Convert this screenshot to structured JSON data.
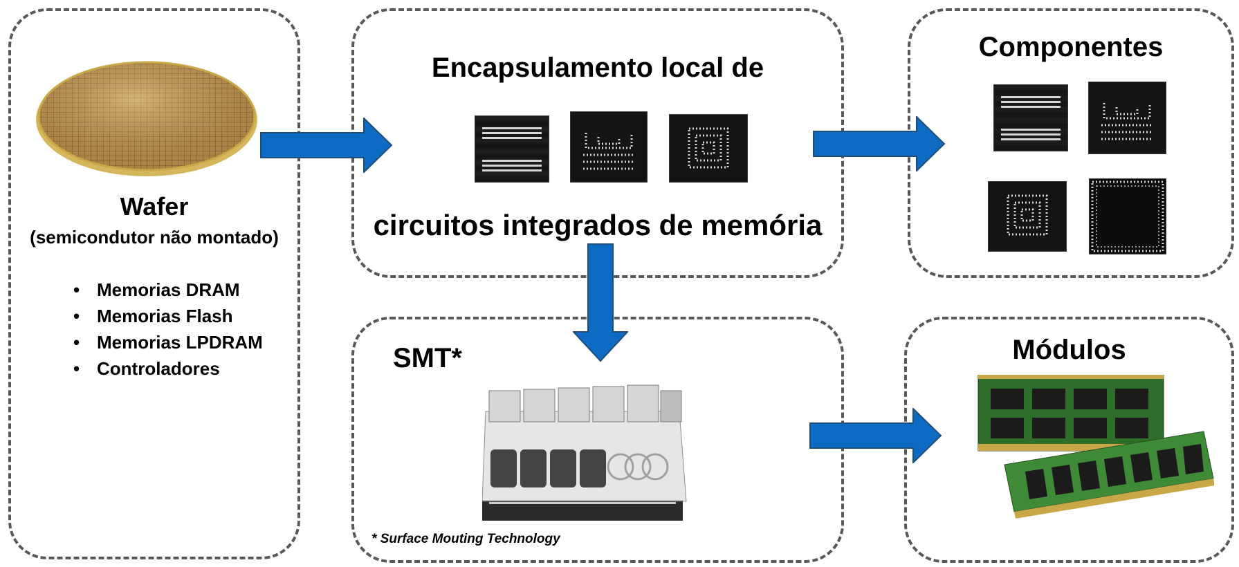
{
  "wafer": {
    "title": "Wafer",
    "subtitle": "(semicondutor não montado)",
    "bullets": [
      "Memorias DRAM",
      "Memorias Flash",
      "Memorias LPDRAM",
      "Controladores"
    ]
  },
  "packaging": {
    "title_line1": "Encapsulamento local de",
    "title_line2": "circuitos integrados de memória"
  },
  "components": {
    "title": "Componentes"
  },
  "smt": {
    "title": "SMT*",
    "footnote": "* Surface Mouting Technology"
  },
  "modules": {
    "title": "Módulos"
  },
  "colors": {
    "arrow": "#0E6BC4",
    "arrow_stroke": "#1F4E79",
    "box_border": "#595959"
  }
}
